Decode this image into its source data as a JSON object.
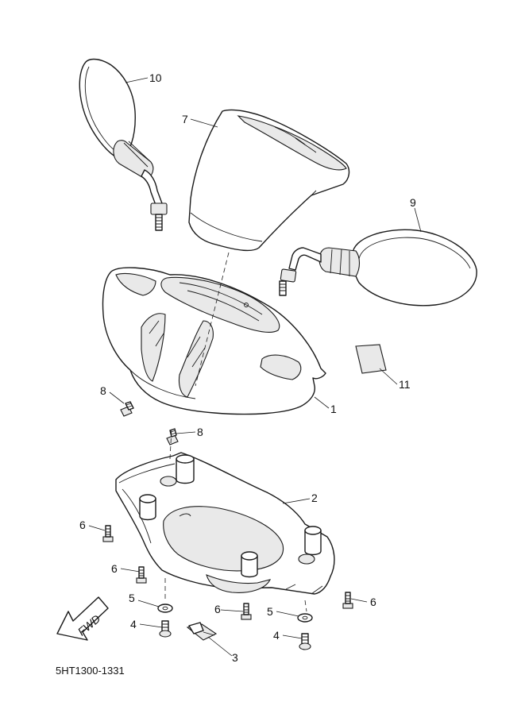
{
  "diagram": {
    "drawing_code": "5HT1300-1331",
    "direction_label": "FWD",
    "callouts": {
      "c1": "1",
      "c2": "2",
      "c3": "3",
      "c4a": "4",
      "c4b": "4",
      "c5a": "5",
      "c5b": "5",
      "c6a": "6",
      "c6b": "6",
      "c6c": "6",
      "c6d": "6",
      "c7": "7",
      "c8a": "8",
      "c8b": "8",
      "c9": "9",
      "c10": "10",
      "c11": "11"
    }
  }
}
